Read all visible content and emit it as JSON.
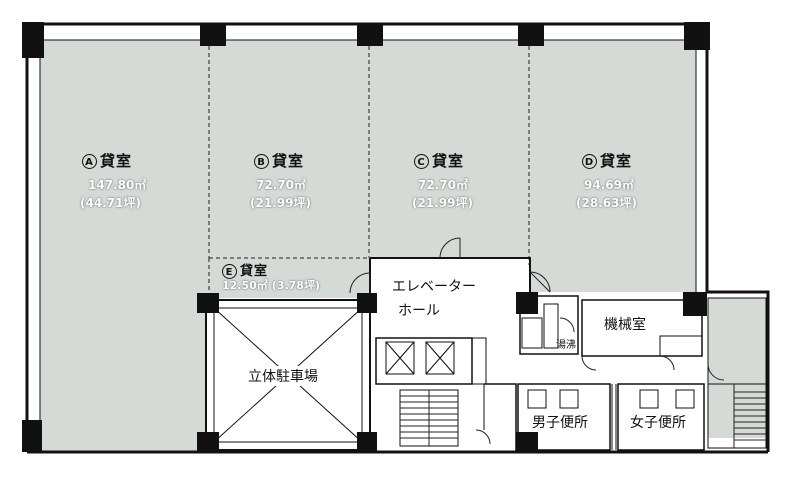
{
  "rooms": {
    "a": {
      "mark": "A",
      "name": "貸室",
      "area": "147.80㎡",
      "tsubo": "(44.71坪)"
    },
    "b": {
      "mark": "B",
      "name": "貸室",
      "area": "72.70㎡",
      "tsubo": "(21.99坪)"
    },
    "c": {
      "mark": "C",
      "name": "貸室",
      "area": "72.70㎡",
      "tsubo": "(21.99坪)"
    },
    "d": {
      "mark": "D",
      "name": "貸室",
      "area": "94.69㎡",
      "tsubo": "(28.63坪)"
    },
    "e": {
      "mark": "E",
      "name": "貸室",
      "area": "12.50㎡",
      "tsubo": "(3.78坪)"
    }
  },
  "spaces": {
    "elevator_hall_line1": "エレベーター",
    "elevator_hall_line2": "ホール",
    "parking": "立体駐車場",
    "machine_room": "機械室",
    "kitchenette": "湯沸",
    "mens_toilet": "男子便所",
    "womens_toilet": "女子便所"
  },
  "colors": {
    "floor_tint": "#d4d9d5",
    "wall": "#111111",
    "line": "#222222"
  }
}
